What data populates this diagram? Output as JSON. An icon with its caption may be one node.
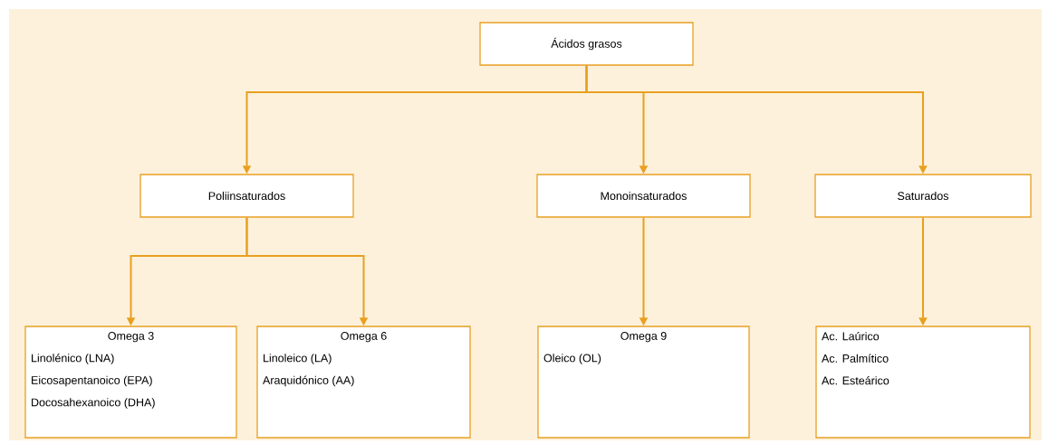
{
  "diagram": {
    "nodes": [
      {
        "text": [
          "Ácidos grasos"
        ]
      },
      {
        "text": [
          "Poliinsaturados"
        ]
      },
      {
        "text": [
          "Monoinsaturados"
        ]
      },
      {
        "text": [
          "Saturados"
        ]
      },
      {
        "text": [
          "Omega 3",
          "Linolénico (LNA)",
          "Eicosapentanoico (EPA)",
          "Docosahexanoico (DHA)"
        ]
      },
      {
        "text": [
          "Omega 6",
          "Linoleico (LA)",
          "Araquidónico (AA)"
        ]
      },
      {
        "text": [
          "Omega 9",
          "Oleico (OL)"
        ]
      },
      {
        "text": [
          "Ac. Laúrico",
          "Ac. Palmítico",
          "Ac. Esteárico"
        ]
      }
    ],
    "edges": [
      {
        "from": 0,
        "to": 1,
        "arrow": "to"
      },
      {
        "from": 0,
        "to": 2,
        "arrow": "to"
      },
      {
        "from": 0,
        "to": 3,
        "arrow": "to"
      },
      {
        "from": 1,
        "to": 4,
        "arrow": "to"
      },
      {
        "from": 1,
        "to": 5,
        "arrow": "to"
      },
      {
        "from": 2,
        "to": 6,
        "arrow": "to"
      },
      {
        "from": 3,
        "to": 7,
        "arrow": "to"
      }
    ]
  }
}
